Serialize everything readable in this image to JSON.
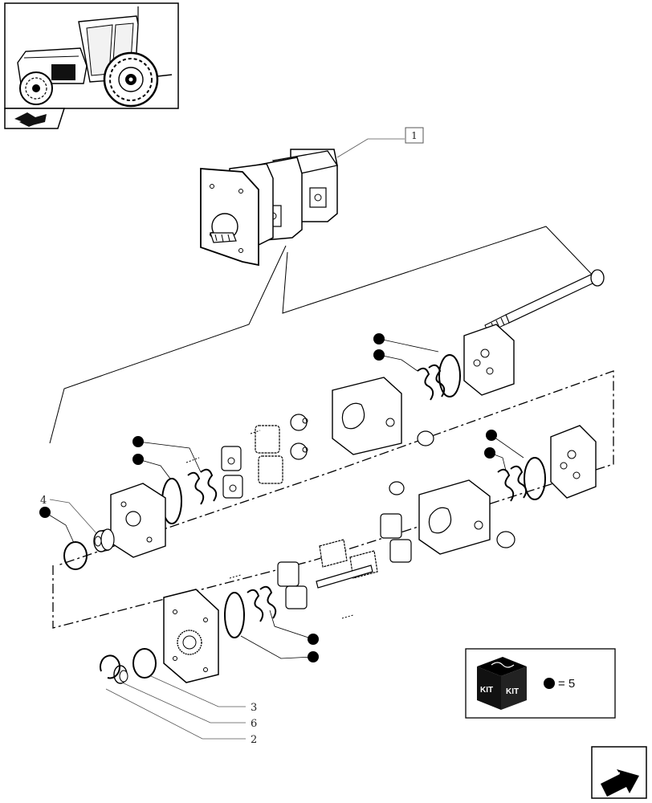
{
  "reference_box": "1",
  "part_labels": {
    "washer": "4",
    "seal_ring": "3",
    "spacer": "6",
    "snap_ring": "2"
  },
  "legend": {
    "kit_word": "KIT",
    "equals_text": "= 5"
  },
  "icons": {
    "thumbnail": "tractor-thumbnail-icon",
    "section": "section-pages-icon",
    "next": "next-page-arrow-icon",
    "kit": "kit-box-icon",
    "kit_marker": "kit-dot-icon"
  }
}
